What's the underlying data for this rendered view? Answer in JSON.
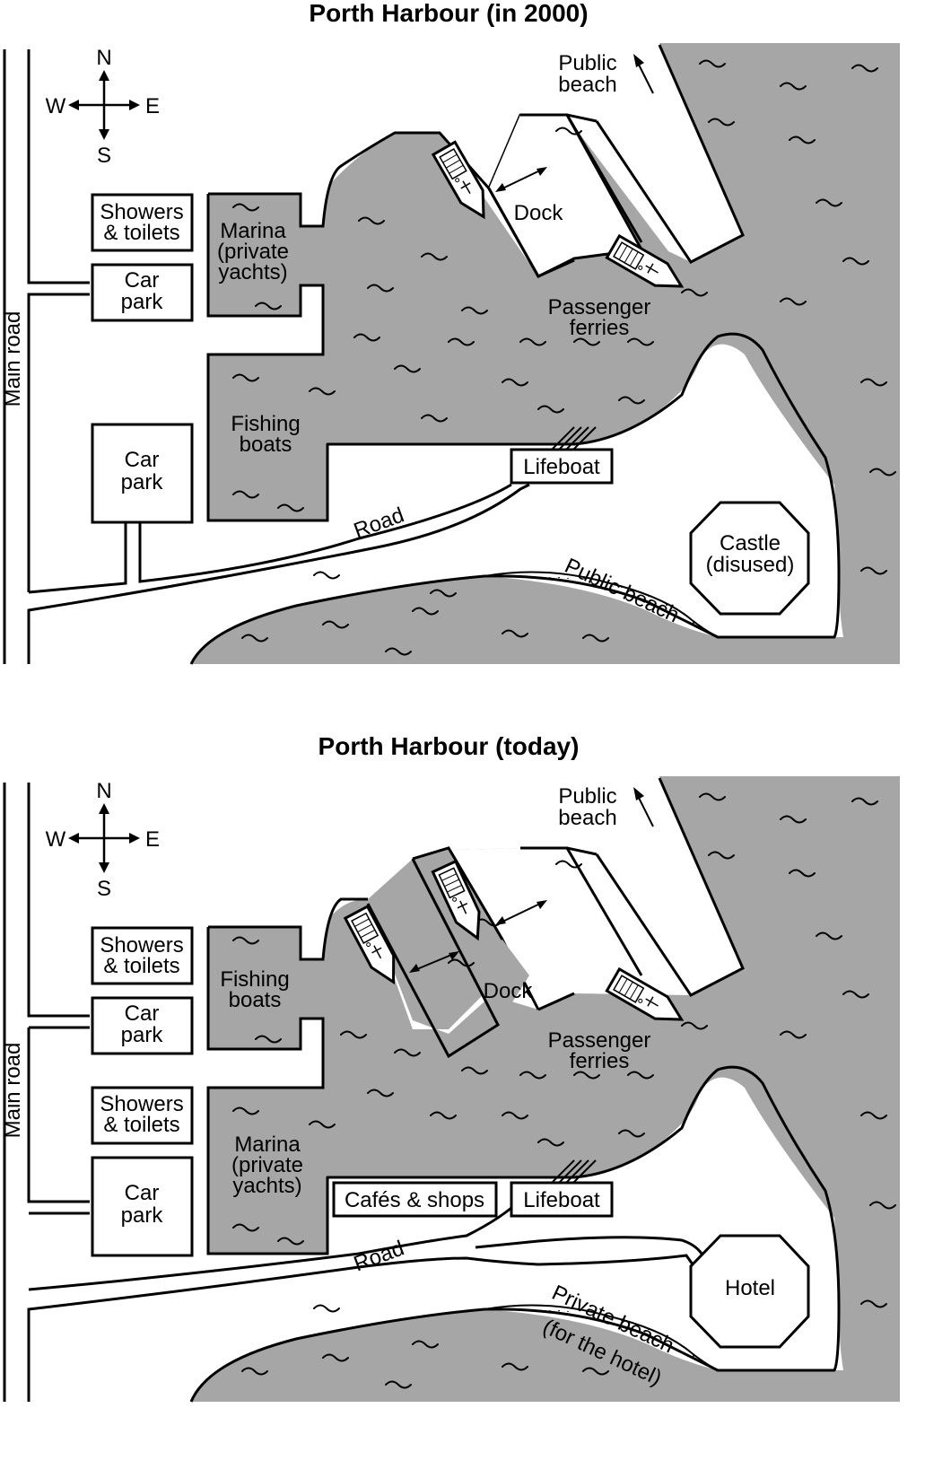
{
  "maps": [
    {
      "title": "Porth Harbour (in 2000)",
      "labels": {
        "compass_n": "N",
        "compass_s": "S",
        "compass_e": "E",
        "compass_w": "W",
        "public_beach_top_1": "Public",
        "public_beach_top_2": "beach",
        "showers_1": "Showers",
        "showers_2": "& toilets",
        "car_park_1a": "Car",
        "car_park_1b": "park",
        "car_park_2a": "Car",
        "car_park_2b": "park",
        "main_road": "Main road",
        "marina_1": "Marina",
        "marina_2": "(private",
        "marina_3": "yachts)",
        "fishing_1": "Fishing",
        "fishing_2": "boats",
        "dock": "Dock",
        "ferries_1": "Passenger",
        "ferries_2": "ferries",
        "lifeboat": "Lifeboat",
        "road": "Road",
        "castle_1": "Castle",
        "castle_2": "(disused)",
        "beach_bottom": "Public beach"
      }
    },
    {
      "title": "Porth Harbour (today)",
      "labels": {
        "compass_n": "N",
        "compass_s": "S",
        "compass_e": "E",
        "compass_w": "W",
        "public_beach_top_1": "Public",
        "public_beach_top_2": "beach",
        "showers_1": "Showers",
        "showers_2": "& toilets",
        "car_park_1a": "Car",
        "car_park_1b": "park",
        "showers2_1": "Showers",
        "showers2_2": "& toilets",
        "car_park_2a": "Car",
        "car_park_2b": "park",
        "main_road": "Main road",
        "fishing_1": "Fishing",
        "fishing_2": "boats",
        "marina_1": "Marina",
        "marina_2": "(private",
        "marina_3": "yachts)",
        "dock": "Dock",
        "ferries_1": "Passenger",
        "ferries_2": "ferries",
        "cafes": "Cafés & shops",
        "lifeboat": "Lifeboat",
        "road": "Road",
        "hotel": "Hotel",
        "beach_bottom_1": "Private beach",
        "beach_bottom_2": "(for the hotel)"
      }
    }
  ]
}
